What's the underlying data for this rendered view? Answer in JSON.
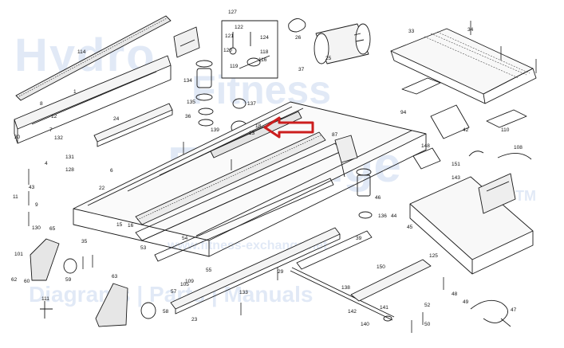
{
  "watermark": {
    "line1": "Hydro",
    "line2": "Fitness",
    "line3": "Exchange",
    "line4": "Diagrams | Parts | Manuals",
    "tm": "TM",
    "tagline": "www.fitness-exchange.net"
  },
  "callouts": [
    {
      "id": "c1",
      "text": "114"
    },
    {
      "id": "c2",
      "text": "1"
    },
    {
      "id": "c3",
      "text": "8"
    },
    {
      "id": "c4",
      "text": "12"
    },
    {
      "id": "c5",
      "text": "7"
    },
    {
      "id": "c6",
      "text": "30"
    },
    {
      "id": "c7",
      "text": "132"
    },
    {
      "id": "c8",
      "text": "4"
    },
    {
      "id": "c9",
      "text": "131"
    },
    {
      "id": "c10",
      "text": "128"
    },
    {
      "id": "c11",
      "text": "24"
    },
    {
      "id": "c12",
      "text": "6"
    },
    {
      "id": "c13",
      "text": "11"
    },
    {
      "id": "c14",
      "text": "43"
    },
    {
      "id": "c15",
      "text": "22"
    },
    {
      "id": "c16",
      "text": "9"
    },
    {
      "id": "c17",
      "text": "130"
    },
    {
      "id": "c18",
      "text": "65"
    },
    {
      "id": "c19",
      "text": "101"
    },
    {
      "id": "c20",
      "text": "62"
    },
    {
      "id": "c21",
      "text": "60"
    },
    {
      "id": "c22",
      "text": "59"
    },
    {
      "id": "c23",
      "text": "111"
    },
    {
      "id": "c24",
      "text": "63"
    },
    {
      "id": "c25",
      "text": "109"
    },
    {
      "id": "c26",
      "text": "58"
    },
    {
      "id": "c27",
      "text": "57"
    },
    {
      "id": "c28",
      "text": "53"
    },
    {
      "id": "c29",
      "text": "54"
    },
    {
      "id": "c30",
      "text": "55"
    },
    {
      "id": "c31",
      "text": "35"
    },
    {
      "id": "c32",
      "text": "15"
    },
    {
      "id": "c33",
      "text": "16"
    },
    {
      "id": "c34",
      "text": "18"
    },
    {
      "id": "c35",
      "text": "13"
    },
    {
      "id": "c36",
      "text": "36"
    },
    {
      "id": "c37",
      "text": "134"
    },
    {
      "id": "c38",
      "text": "135"
    },
    {
      "id": "c39",
      "text": "139"
    },
    {
      "id": "c40",
      "text": "137"
    },
    {
      "id": "c41",
      "text": "119"
    },
    {
      "id": "c42",
      "text": "127"
    },
    {
      "id": "c43",
      "text": "120"
    },
    {
      "id": "c44",
      "text": "121"
    },
    {
      "id": "c45",
      "text": "122"
    },
    {
      "id": "c46",
      "text": "124"
    },
    {
      "id": "c47",
      "text": "118"
    },
    {
      "id": "c48",
      "text": "116"
    },
    {
      "id": "c49",
      "text": "26"
    },
    {
      "id": "c50",
      "text": "25"
    },
    {
      "id": "c51",
      "text": "33"
    },
    {
      "id": "c52",
      "text": "34"
    },
    {
      "id": "c53",
      "text": "110"
    },
    {
      "id": "c54",
      "text": "148"
    },
    {
      "id": "c55",
      "text": "42"
    },
    {
      "id": "c56",
      "text": "108"
    },
    {
      "id": "c57",
      "text": "151"
    },
    {
      "id": "c58",
      "text": "143"
    },
    {
      "id": "c59",
      "text": "46"
    },
    {
      "id": "c60",
      "text": "136"
    },
    {
      "id": "c61",
      "text": "94"
    },
    {
      "id": "c62",
      "text": "87"
    },
    {
      "id": "c63",
      "text": "39"
    },
    {
      "id": "c64",
      "text": "44"
    },
    {
      "id": "c65",
      "text": "45"
    },
    {
      "id": "c66",
      "text": "125"
    },
    {
      "id": "c67",
      "text": "150"
    },
    {
      "id": "c68",
      "text": "138"
    },
    {
      "id": "c69",
      "text": "142"
    },
    {
      "id": "c70",
      "text": "140"
    },
    {
      "id": "c71",
      "text": "141"
    },
    {
      "id": "c72",
      "text": "133"
    },
    {
      "id": "c73",
      "text": "47"
    },
    {
      "id": "c74",
      "text": "48"
    },
    {
      "id": "c75",
      "text": "49"
    },
    {
      "id": "c76",
      "text": "50"
    },
    {
      "id": "c77",
      "text": "52"
    },
    {
      "id": "c78",
      "text": "23"
    },
    {
      "id": "c79",
      "text": "29"
    },
    {
      "id": "c80",
      "text": "105"
    },
    {
      "id": "c81",
      "text": "37"
    }
  ],
  "colors": {
    "line": "#1a1a1a",
    "watermark": "#4a7ac8",
    "arrow": "#cc1e1e"
  }
}
